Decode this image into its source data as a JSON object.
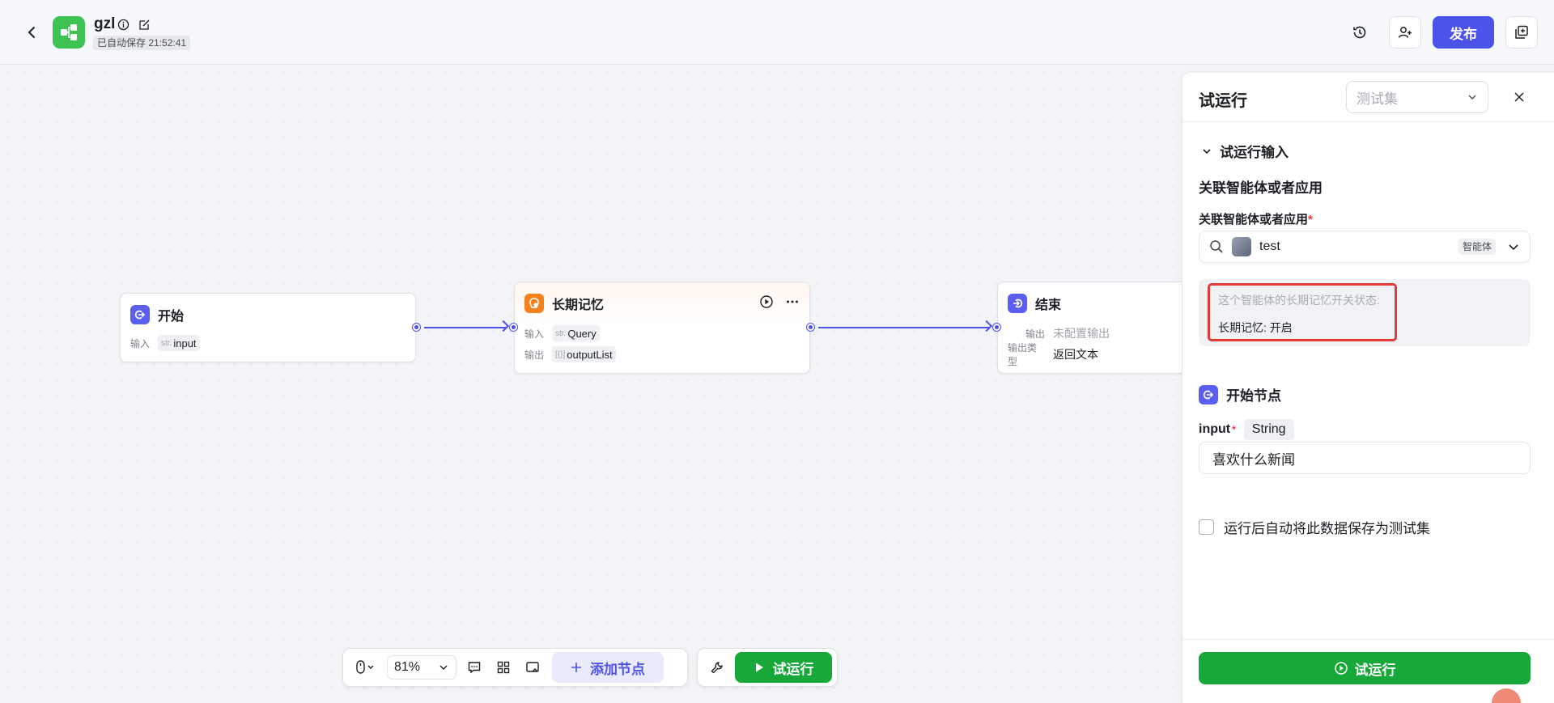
{
  "header": {
    "app_name": "gzl",
    "autosave": "已自动保存 21:52:41",
    "publish_label": "发布"
  },
  "nodes": {
    "start": {
      "title": "开始",
      "input_label": "输入",
      "input_type": "str.",
      "input_value": "input"
    },
    "memory": {
      "title": "长期记忆",
      "input_label": "输入",
      "input_type": "str.",
      "input_value": "Query",
      "output_label": "输出",
      "output_type": "[{}]",
      "output_value": "outputList"
    },
    "end": {
      "title": "结束",
      "output_label": "输出",
      "output_value": "未配置输出",
      "output_type_label": "输出类型",
      "output_type_value": "返回文本"
    }
  },
  "toolbar": {
    "zoom": "81%",
    "add_node_label": "添加节点",
    "test_run_label": "试运行"
  },
  "panel": {
    "title": "试运行",
    "test_set_placeholder": "测试集",
    "section_label": "试运行输入",
    "link_heading": "关联智能体或者应用",
    "link_field_label": "关联智能体或者应用",
    "link_field_required": "*",
    "agent_name": "test",
    "agent_tag": "智能体",
    "memory_status_label": "这个智能体的长期记忆开关状态:",
    "memory_status_value": "长期记忆: 开启",
    "start_section": "开始节点",
    "input_name": "input",
    "input_required": "*",
    "input_type": "String",
    "input_value": "喜欢什么新闻",
    "auto_save_label": "运行后自动将此数据保存为测试集",
    "run_label": "试运行"
  },
  "colors": {
    "accent": "#4d53e8",
    "run_green": "#18a83a",
    "logo_green": "#3ec254",
    "memory_orange": "#f5821f",
    "highlight_red": "#e53935"
  }
}
